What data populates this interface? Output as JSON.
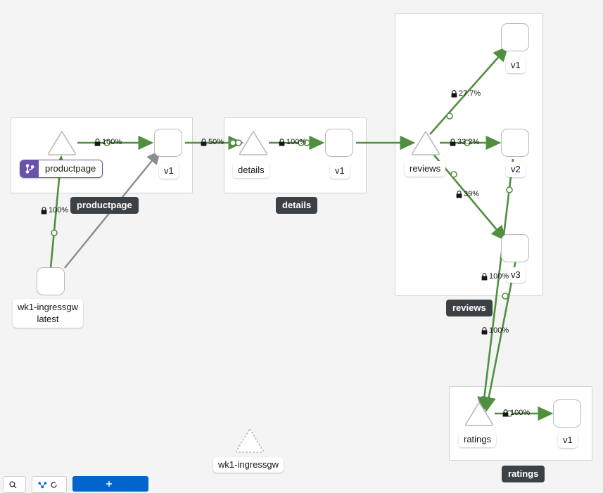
{
  "canvas": {
    "background": "#f4f4f4",
    "edge_color": "#4f8f3f",
    "edge_color_idle": "#8a8d90",
    "group_border": "#d2d2d2",
    "badge_color": "#6753ac",
    "label_dark": "#3c4146",
    "primary_blue": "#0066cc"
  },
  "groups": [
    {
      "id": "productpage",
      "label": "productpage"
    },
    {
      "id": "details",
      "label": "details"
    },
    {
      "id": "reviews",
      "label": "reviews"
    },
    {
      "id": "ratings",
      "label": "ratings"
    }
  ],
  "nodes": {
    "productpage_svc": {
      "label": "productpage",
      "kind": "service",
      "badge": "virtual-service"
    },
    "productpage_v1": {
      "label": "v1",
      "kind": "workload"
    },
    "details_svc": {
      "label": "details",
      "kind": "service"
    },
    "details_v1": {
      "label": "v1",
      "kind": "workload"
    },
    "reviews_svc": {
      "label": "reviews",
      "kind": "service"
    },
    "reviews_v1": {
      "label": "v1",
      "kind": "workload"
    },
    "reviews_v2": {
      "label": "v2",
      "kind": "workload"
    },
    "reviews_v3": {
      "label": "v3",
      "kind": "workload"
    },
    "ratings_svc": {
      "label": "ratings",
      "kind": "service"
    },
    "ratings_v1": {
      "label": "v1",
      "kind": "workload"
    },
    "ingressgw_wl": {
      "label_line1": "wk1-ingressgw",
      "label_line2": "latest",
      "kind": "workload"
    },
    "ingressgw_svc": {
      "label": "wk1-ingressgw",
      "kind": "service",
      "style": "dashed"
    }
  },
  "edges": [
    {
      "id": "gw-to-productpage",
      "label": "100%",
      "secured": true,
      "color": "#4f8f3f"
    },
    {
      "id": "gw-to-pp-v1",
      "label": "",
      "secured": false,
      "color": "#8a8d90"
    },
    {
      "id": "pp-svc-to-pp-v1",
      "label": "100%",
      "secured": true,
      "color": "#4f8f3f"
    },
    {
      "id": "pp-v1-to-details",
      "label": "50%",
      "secured": true,
      "color": "#4f8f3f"
    },
    {
      "id": "details-to-v1",
      "label": "100%",
      "secured": true,
      "color": "#4f8f3f"
    },
    {
      "id": "details-v1-to-reviews",
      "label": "",
      "secured": false,
      "color": "#4f8f3f"
    },
    {
      "id": "reviews-to-v1",
      "label": "27.7%",
      "secured": true,
      "color": "#4f8f3f"
    },
    {
      "id": "reviews-to-v2",
      "label": "33.2%",
      "secured": true,
      "color": "#4f8f3f"
    },
    {
      "id": "reviews-to-v3",
      "label": "39%",
      "secured": true,
      "color": "#4f8f3f"
    },
    {
      "id": "v3-to-ratings",
      "label": "100%",
      "secured": true,
      "color": "#4f8f3f"
    },
    {
      "id": "v2-to-ratings",
      "label": "100%",
      "secured": true,
      "color": "#4f8f3f"
    },
    {
      "id": "ratings-to-v1",
      "label": "100%",
      "secured": true,
      "color": "#4f8f3f"
    }
  ],
  "toolbar": {
    "zoom_label": "",
    "legend_label": "",
    "primary_label": ""
  }
}
